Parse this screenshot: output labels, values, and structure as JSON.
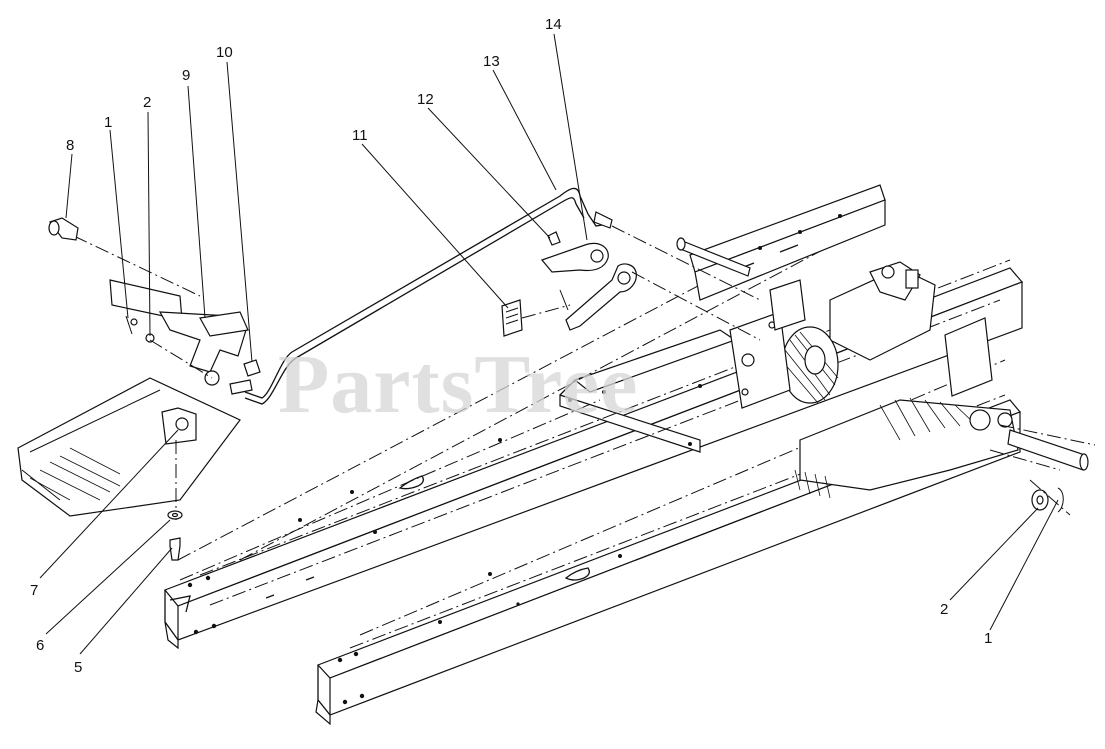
{
  "watermark": "PartsTree",
  "callouts": [
    {
      "id": "c8",
      "label": "8"
    },
    {
      "id": "c1a",
      "label": "1"
    },
    {
      "id": "c2a",
      "label": "2"
    },
    {
      "id": "c9",
      "label": "9"
    },
    {
      "id": "c10",
      "label": "10"
    },
    {
      "id": "c11",
      "label": "11"
    },
    {
      "id": "c12",
      "label": "12"
    },
    {
      "id": "c13",
      "label": "13"
    },
    {
      "id": "c14",
      "label": "14"
    },
    {
      "id": "c7",
      "label": "7"
    },
    {
      "id": "c6",
      "label": "6"
    },
    {
      "id": "c5",
      "label": "5"
    },
    {
      "id": "c2b",
      "label": "2"
    },
    {
      "id": "c1b",
      "label": "1"
    }
  ]
}
